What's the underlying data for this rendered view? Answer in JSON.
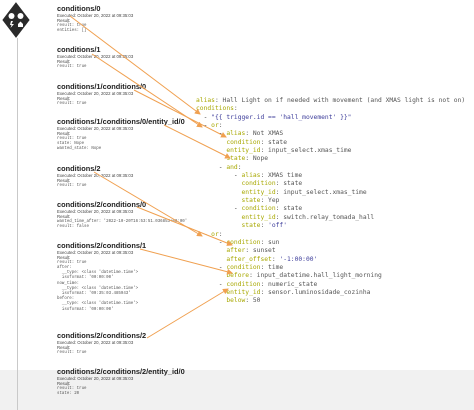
{
  "trace": {
    "steps": [
      {
        "title": "conditions/0",
        "meta": [
          "Executed: October 20, 2022 at 09:35:03",
          "Result:"
        ],
        "code": [
          "result: true",
          "entities: []"
        ]
      },
      {
        "title": "conditions/1",
        "meta": [
          "Executed: October 20, 2022 at 09:35:03",
          "Result:"
        ],
        "code": [
          "result: true"
        ]
      },
      {
        "title": "conditions/1/conditions/0",
        "meta": [
          "Executed: October 20, 2022 at 09:35:03",
          "Result:"
        ],
        "code": [
          "result: true"
        ]
      },
      {
        "title": "conditions/1/conditions/0/entity_id/0",
        "meta": [
          "Executed: October 20, 2022 at 09:35:03",
          "Result:"
        ],
        "code": [
          "result: true",
          "state: Nope",
          "wanted_state: Nope"
        ]
      },
      {
        "title": "conditions/2",
        "meta": [
          "Executed: October 20, 2022 at 09:35:03",
          "Result:"
        ],
        "code": [
          "result: true"
        ]
      },
      {
        "title": "conditions/2/conditions/0",
        "meta": [
          "Executed: October 20, 2022 at 09:35:03",
          "Result:"
        ],
        "code": [
          "wanted_time_after: '2022-10-20T16:53:51.036853+00:00'",
          "result: false"
        ]
      },
      {
        "title": "conditions/2/conditions/1",
        "meta": [
          "Executed: October 20, 2022 at 09:35:03",
          "Result:"
        ],
        "code": [
          "result: true",
          "after:",
          "  __type: <class 'datetime.time'>",
          "  isoformat: '00:00:00'",
          "now_time:",
          "  __type: <class 'datetime.time'>",
          "  isoformat: '09:35:03.485943'",
          "before:",
          "  __type: <class 'datetime.time'>",
          "  isoformat: '00:00:00'"
        ]
      },
      {
        "title": "conditions/2/conditions/2",
        "meta": [
          "Executed: October 20, 2022 at 09:35:03",
          "Result:"
        ],
        "code": [
          "result: true"
        ]
      },
      {
        "title": "conditions/2/conditions/2/entity_id/0",
        "meta": [
          "Executed: October 20, 2022 at 09:35:03",
          "Result:"
        ],
        "code": [
          "result: true",
          "state: 20"
        ]
      }
    ]
  },
  "yaml": [
    [
      {
        "t": "alias",
        "c": "k"
      },
      {
        "t": ": Hall Light on if needed with movement (and XMAS light is not on)",
        "c": "d"
      }
    ],
    [
      {
        "t": "conditions",
        "c": "k"
      },
      {
        "t": ":",
        "c": "d"
      }
    ],
    [
      {
        "t": "  - ",
        "c": "dash"
      },
      {
        "t": "\"{{ trigger.id == 'hall_movement' }}\"",
        "c": "s"
      }
    ],
    [
      {
        "t": "  - ",
        "c": "dash"
      },
      {
        "t": "or",
        "c": "k"
      },
      {
        "t": ":",
        "c": "d"
      }
    ],
    [
      {
        "t": "      - ",
        "c": "dash"
      },
      {
        "t": "alias",
        "c": "k"
      },
      {
        "t": ": Not XMAS",
        "c": "d"
      }
    ],
    [
      {
        "t": "        ",
        "c": "d"
      },
      {
        "t": "condition",
        "c": "k"
      },
      {
        "t": ": state",
        "c": "d"
      }
    ],
    [
      {
        "t": "        ",
        "c": "d"
      },
      {
        "t": "entity_id",
        "c": "k"
      },
      {
        "t": ": input_select.xmas_time",
        "c": "d"
      }
    ],
    [
      {
        "t": "        ",
        "c": "d"
      },
      {
        "t": "state",
        "c": "k"
      },
      {
        "t": ": Nope",
        "c": "d"
      }
    ],
    [
      {
        "t": "      - ",
        "c": "dash"
      },
      {
        "t": "and",
        "c": "k"
      },
      {
        "t": ":",
        "c": "d"
      }
    ],
    [
      {
        "t": "          - ",
        "c": "dash"
      },
      {
        "t": "alias",
        "c": "k"
      },
      {
        "t": ": XMAS time",
        "c": "d"
      }
    ],
    [
      {
        "t": "            ",
        "c": "d"
      },
      {
        "t": "condition",
        "c": "k"
      },
      {
        "t": ": state",
        "c": "d"
      }
    ],
    [
      {
        "t": "            ",
        "c": "d"
      },
      {
        "t": "entity_id",
        "c": "k"
      },
      {
        "t": ": input_select.xmas_time",
        "c": "d"
      }
    ],
    [
      {
        "t": "            ",
        "c": "d"
      },
      {
        "t": "state",
        "c": "k"
      },
      {
        "t": ": Yep",
        "c": "d"
      }
    ],
    [
      {
        "t": "          - ",
        "c": "dash"
      },
      {
        "t": "condition",
        "c": "k"
      },
      {
        "t": ": state",
        "c": "d"
      }
    ],
    [
      {
        "t": "            ",
        "c": "d"
      },
      {
        "t": "entity_id",
        "c": "k"
      },
      {
        "t": ": switch.relay_tomada_hall",
        "c": "d"
      }
    ],
    [
      {
        "t": "            ",
        "c": "d"
      },
      {
        "t": "state",
        "c": "k"
      },
      {
        "t": ": ",
        "c": "d"
      },
      {
        "t": "'off'",
        "c": "s"
      }
    ],
    [
      {
        "t": "  - ",
        "c": "dash"
      },
      {
        "t": "or",
        "c": "k"
      },
      {
        "t": ":",
        "c": "d"
      }
    ],
    [
      {
        "t": "      - ",
        "c": "dash"
      },
      {
        "t": "condition",
        "c": "k"
      },
      {
        "t": ": sun",
        "c": "d"
      }
    ],
    [
      {
        "t": "        ",
        "c": "d"
      },
      {
        "t": "after",
        "c": "k"
      },
      {
        "t": ": sunset",
        "c": "d"
      }
    ],
    [
      {
        "t": "        ",
        "c": "d"
      },
      {
        "t": "after_offset",
        "c": "k"
      },
      {
        "t": ": ",
        "c": "d"
      },
      {
        "t": "'-1:00:00'",
        "c": "s"
      }
    ],
    [
      {
        "t": "      - ",
        "c": "dash"
      },
      {
        "t": "condition",
        "c": "k"
      },
      {
        "t": ": time",
        "c": "d"
      }
    ],
    [
      {
        "t": "        ",
        "c": "d"
      },
      {
        "t": "before",
        "c": "k"
      },
      {
        "t": ": input_datetime.hall_light_morning",
        "c": "d"
      }
    ],
    [
      {
        "t": "      - ",
        "c": "dash"
      },
      {
        "t": "condition",
        "c": "k"
      },
      {
        "t": ": numeric_state",
        "c": "d"
      }
    ],
    [
      {
        "t": "        ",
        "c": "d"
      },
      {
        "t": "entity_id",
        "c": "k"
      },
      {
        "t": ": sensor.luminosidade_cozinha",
        "c": "d"
      }
    ],
    [
      {
        "t": "        ",
        "c": "d"
      },
      {
        "t": "below",
        "c": "k"
      },
      {
        "t": ": 50",
        "c": "d"
      }
    ]
  ],
  "colors": {
    "arrow": "#f0a050",
    "yaml_key": "#a8a800",
    "yaml_string": "#3c3c9a",
    "diamond": "#2a2a2a",
    "gray_band": "#f1f1f1"
  },
  "icons": [
    "trigger-diamond-icon",
    "sensor-circle-icon",
    "bolt-icon",
    "house-icon"
  ]
}
